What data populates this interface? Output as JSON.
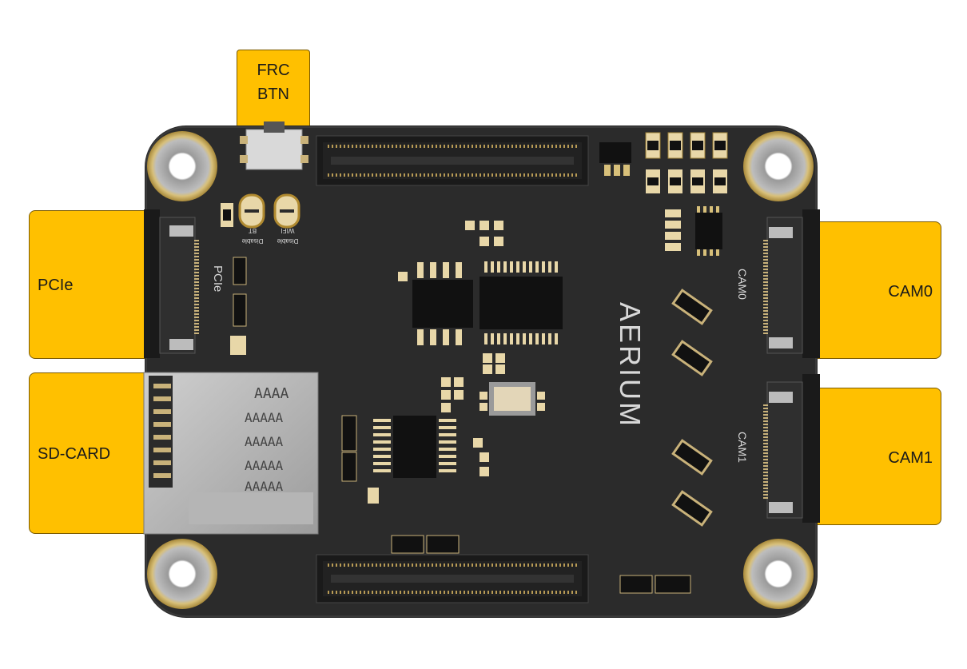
{
  "callouts": {
    "frc_btn": "FRC\nBTN",
    "pcie": "PCIe",
    "sd_card": "SD-CARD",
    "cam0": "CAM0",
    "cam1": "CAM1"
  },
  "silkscreen": {
    "brand": "AERIUM",
    "pcie": "PCIe",
    "cam0": "CAM0",
    "cam1": "CAM1",
    "bt_disable": "Disable",
    "bt": "BT",
    "wifi_disable": "Disable",
    "wifi": "WIFI"
  },
  "colors": {
    "callout": "#ffc000",
    "board": "#2b2b2b",
    "gold": "#c8a64a"
  }
}
